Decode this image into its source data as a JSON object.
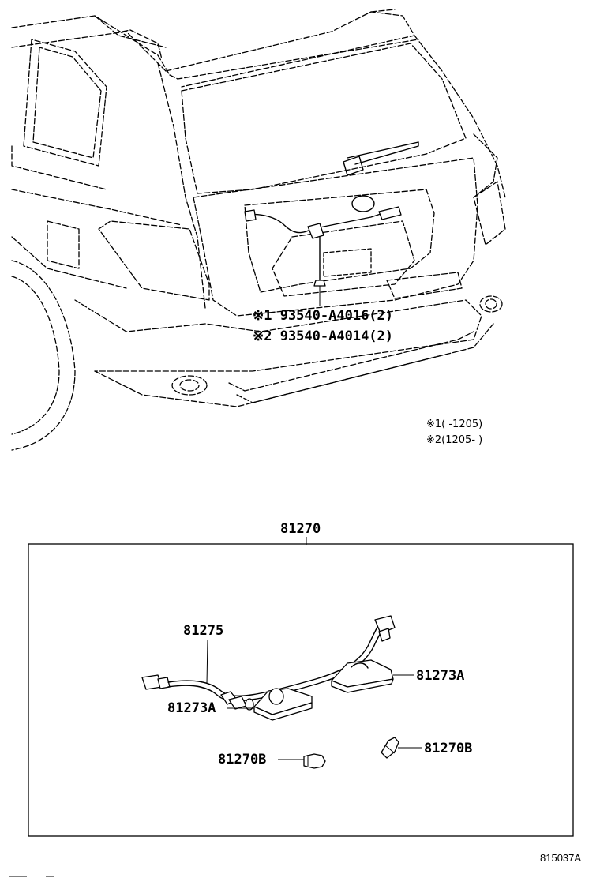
{
  "callouts": {
    "screw_1": "※1 93540-A4016(2)",
    "screw_2": "※2 93540-A4014(2)",
    "assy": "81270",
    "wire": "81275",
    "lamp_left": "81273A",
    "lamp_right": "81273A",
    "bulb_left": "81270B",
    "bulb_right": "81270B"
  },
  "notes": {
    "note_1": "※1(    -1205)",
    "note_2": "※2(1205-     )"
  },
  "reference": "815037A",
  "icons": {
    "vehicle": "suv-rear-view-illustration",
    "screw": "screw-icon",
    "wire": "wire-harness-icon",
    "lamp": "license-plate-lamp-icon",
    "bulb": "wedge-bulb-icon"
  }
}
